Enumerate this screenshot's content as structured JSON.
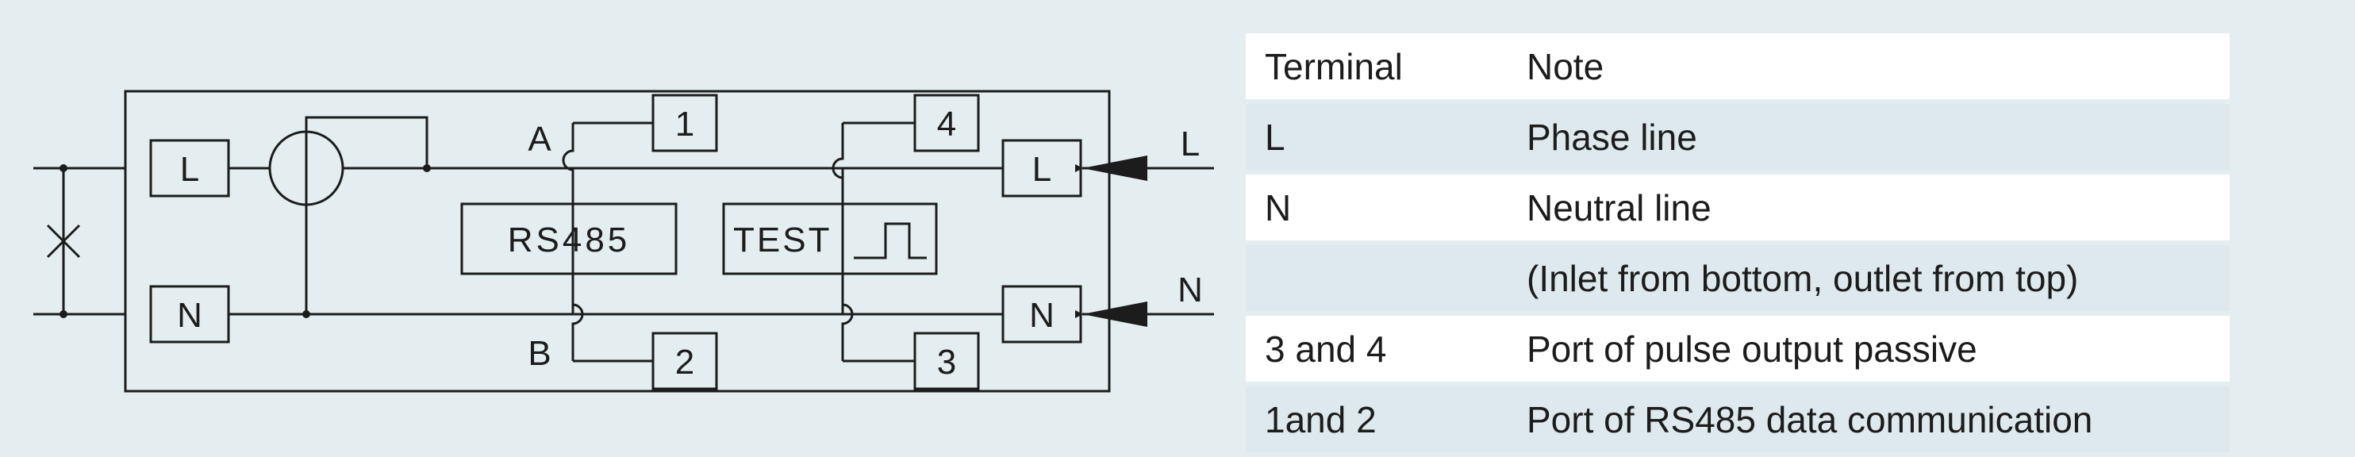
{
  "diagram": {
    "left_terminals": {
      "top": "L",
      "bottom": "N"
    },
    "right_terminals": {
      "top": "L",
      "bottom": "N"
    },
    "external_labels": {
      "top": "L",
      "bottom": "N"
    },
    "rs485": {
      "label": "RS485",
      "line_a": "A",
      "line_b": "B"
    },
    "test": {
      "label": "TEST"
    },
    "ports": {
      "p1": "1",
      "p2": "2",
      "p3": "3",
      "p4": "4"
    }
  },
  "table": {
    "headers": {
      "terminal": "Terminal",
      "note": "Note"
    },
    "rows": [
      {
        "terminal": "L",
        "note": "Phase line"
      },
      {
        "terminal": "N",
        "note": "Neutral line"
      },
      {
        "terminal": "",
        "note": "(Inlet from bottom, outlet from top)"
      },
      {
        "terminal": "3 and 4",
        "note": "Port of pulse output passive"
      },
      {
        "terminal": "1and 2",
        "note": "Port of RS485 data communication"
      }
    ]
  }
}
